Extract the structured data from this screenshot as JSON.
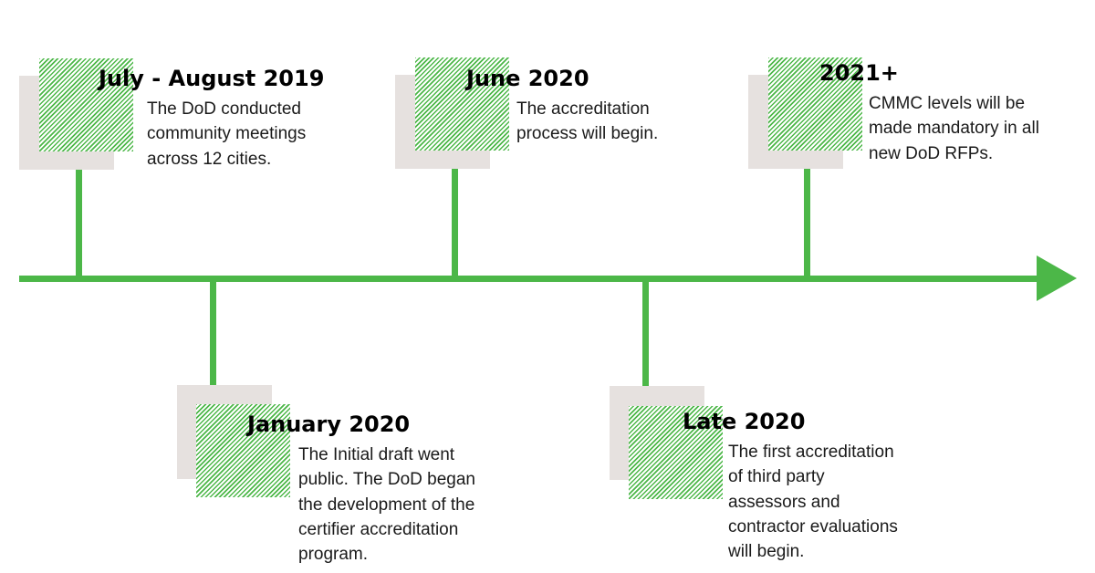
{
  "colors": {
    "accent": "#4cb748",
    "shadow": "#e6e1df",
    "text": "#000000"
  },
  "events": [
    {
      "id": "jul-aug-2019",
      "title": "July - August 2019",
      "lines": [
        "The DoD conducted",
        "community meetings",
        "across 12 cities."
      ]
    },
    {
      "id": "jan-2020",
      "title": "January 2020",
      "lines": [
        "The Initial draft went",
        "public. The DoD began",
        "the development of the",
        "certifier accreditation",
        "program."
      ]
    },
    {
      "id": "jun-2020",
      "title": "June 2020",
      "lines": [
        "The accreditation",
        "process will begin."
      ]
    },
    {
      "id": "late-2020",
      "title": "Late 2020",
      "lines": [
        "The first accreditation",
        "of third party",
        "assessors and",
        "contractor evaluations",
        "will begin."
      ]
    },
    {
      "id": "2021-plus",
      "title": "2021+",
      "lines": [
        "CMMC levels will be",
        "made mandatory in all",
        "new DoD RFPs."
      ]
    }
  ]
}
